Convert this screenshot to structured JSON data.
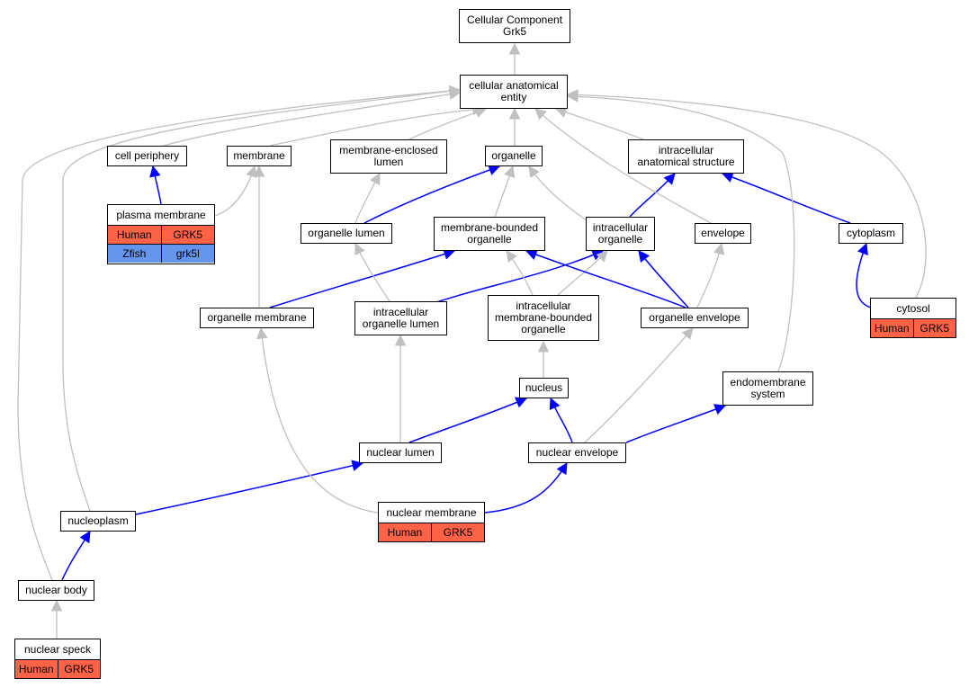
{
  "colors": {
    "is_a_edge": "#c0c0c0",
    "part_of_edge": "#0000ff",
    "human_cell": "#ff6347",
    "zfish_cell": "#6495ed"
  },
  "nodes": {
    "cellular_component": "Cellular Component\nGrk5",
    "cellular_anatomical_entity": "cellular anatomical\nentity",
    "cell_periphery": "cell periphery",
    "membrane": "membrane",
    "membrane_enclosed_lumen": "membrane-enclosed\nlumen",
    "organelle": "organelle",
    "intracellular_anatomical_structure": "intracellular\nanatomical structure",
    "plasma_membrane": {
      "label": "plasma membrane",
      "rows": [
        {
          "species": "Human",
          "gene": "GRK5"
        },
        {
          "species": "Zfish",
          "gene": "grk5l"
        }
      ]
    },
    "organelle_lumen": "organelle lumen",
    "membrane_bounded_organelle": "membrane-bounded\norganelle",
    "intracellular_organelle": "intracellular\norganelle",
    "envelope": "envelope",
    "cytoplasm": "cytoplasm",
    "cytosol": {
      "label": "cytosol",
      "rows": [
        {
          "species": "Human",
          "gene": "GRK5"
        }
      ]
    },
    "organelle_membrane": "organelle membrane",
    "intracellular_organelle_lumen": "intracellular\norganelle lumen",
    "intracellular_membrane_bounded_organelle": "intracellular\nmembrane-bounded\norganelle",
    "organelle_envelope": "organelle envelope",
    "nucleus": "nucleus",
    "endomembrane_system": "endomembrane\nsystem",
    "nuclear_lumen": "nuclear lumen",
    "nuclear_envelope": "nuclear envelope",
    "nucleoplasm": "nucleoplasm",
    "nuclear_membrane": {
      "label": "nuclear membrane",
      "rows": [
        {
          "species": "Human",
          "gene": "GRK5"
        }
      ]
    },
    "nuclear_body": "nuclear body",
    "nuclear_speck": {
      "label": "nuclear speck",
      "rows": [
        {
          "species": "Human",
          "gene": "GRK5"
        }
      ]
    }
  },
  "edges": [
    {
      "from": "cellular_anatomical_entity",
      "to": "cellular_component",
      "type": "is_a"
    },
    {
      "from": "cell_periphery",
      "to": "cellular_anatomical_entity",
      "type": "is_a"
    },
    {
      "from": "membrane",
      "to": "cellular_anatomical_entity",
      "type": "is_a"
    },
    {
      "from": "membrane_enclosed_lumen",
      "to": "cellular_anatomical_entity",
      "type": "is_a"
    },
    {
      "from": "organelle",
      "to": "cellular_anatomical_entity",
      "type": "is_a"
    },
    {
      "from": "intracellular_anatomical_structure",
      "to": "cellular_anatomical_entity",
      "type": "is_a"
    },
    {
      "from": "plasma_membrane",
      "to": "cell_periphery",
      "type": "part_of"
    },
    {
      "from": "plasma_membrane",
      "to": "membrane",
      "type": "is_a"
    },
    {
      "from": "organelle_lumen",
      "to": "membrane_enclosed_lumen",
      "type": "is_a"
    },
    {
      "from": "organelle_lumen",
      "to": "organelle",
      "type": "part_of"
    },
    {
      "from": "membrane_bounded_organelle",
      "to": "organelle",
      "type": "is_a"
    },
    {
      "from": "intracellular_organelle",
      "to": "organelle",
      "type": "is_a"
    },
    {
      "from": "intracellular_organelle",
      "to": "intracellular_anatomical_structure",
      "type": "part_of"
    },
    {
      "from": "envelope",
      "to": "cellular_anatomical_entity",
      "type": "is_a"
    },
    {
      "from": "cytoplasm",
      "to": "intracellular_anatomical_structure",
      "type": "part_of"
    },
    {
      "from": "cytosol",
      "to": "cytoplasm",
      "type": "part_of"
    },
    {
      "from": "cytosol",
      "to": "cellular_anatomical_entity",
      "type": "is_a"
    },
    {
      "from": "organelle_membrane",
      "to": "membrane",
      "type": "is_a"
    },
    {
      "from": "organelle_membrane",
      "to": "membrane_bounded_organelle",
      "type": "part_of"
    },
    {
      "from": "intracellular_organelle_lumen",
      "to": "organelle_lumen",
      "type": "is_a"
    },
    {
      "from": "intracellular_organelle_lumen",
      "to": "intracellular_organelle",
      "type": "part_of"
    },
    {
      "from": "intracellular_membrane_bounded_organelle",
      "to": "membrane_bounded_organelle",
      "type": "is_a"
    },
    {
      "from": "intracellular_membrane_bounded_organelle",
      "to": "intracellular_organelle",
      "type": "is_a"
    },
    {
      "from": "organelle_envelope",
      "to": "membrane_bounded_organelle",
      "type": "part_of"
    },
    {
      "from": "organelle_envelope",
      "to": "intracellular_organelle",
      "type": "part_of"
    },
    {
      "from": "organelle_envelope",
      "to": "envelope",
      "type": "is_a"
    },
    {
      "from": "nucleus",
      "to": "intracellular_membrane_bounded_organelle",
      "type": "is_a"
    },
    {
      "from": "endomembrane_system",
      "to": "cellular_anatomical_entity",
      "type": "is_a"
    },
    {
      "from": "nuclear_lumen",
      "to": "intracellular_organelle_lumen",
      "type": "is_a"
    },
    {
      "from": "nuclear_lumen",
      "to": "nucleus",
      "type": "part_of"
    },
    {
      "from": "nuclear_envelope",
      "to": "nucleus",
      "type": "part_of"
    },
    {
      "from": "nuclear_envelope",
      "to": "organelle_envelope",
      "type": "is_a"
    },
    {
      "from": "nuclear_envelope",
      "to": "endomembrane_system",
      "type": "part_of"
    },
    {
      "from": "nucleoplasm",
      "to": "nuclear_lumen",
      "type": "part_of"
    },
    {
      "from": "nucleoplasm",
      "to": "cellular_anatomical_entity",
      "type": "is_a"
    },
    {
      "from": "nuclear_membrane",
      "to": "organelle_membrane",
      "type": "is_a"
    },
    {
      "from": "nuclear_membrane",
      "to": "nuclear_envelope",
      "type": "part_of"
    },
    {
      "from": "nuclear_body",
      "to": "nucleoplasm",
      "type": "part_of"
    },
    {
      "from": "nuclear_body",
      "to": "cellular_anatomical_entity",
      "type": "is_a"
    },
    {
      "from": "nuclear_speck",
      "to": "nuclear_body",
      "type": "is_a"
    }
  ]
}
